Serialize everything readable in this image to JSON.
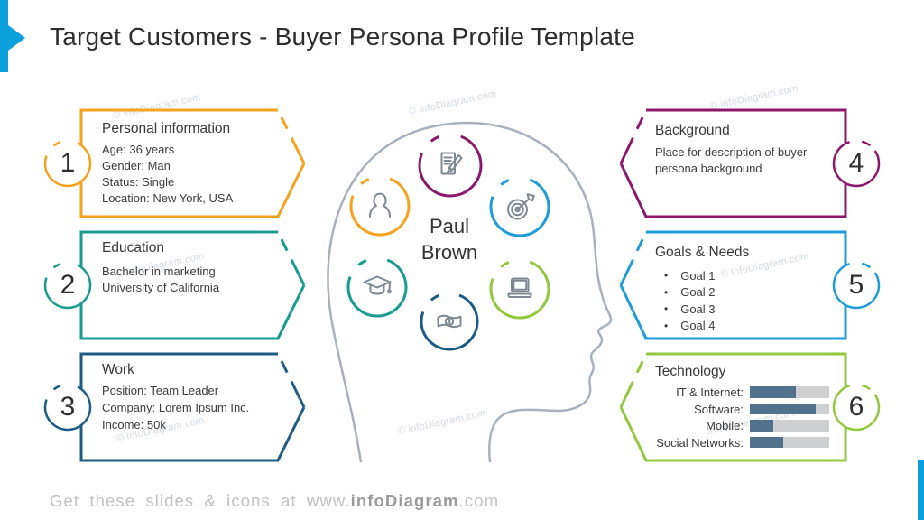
{
  "slide": {
    "title": "Target Customers - Buyer Persona Profile Template",
    "watermark": "© infoDiagram.com",
    "footer": {
      "prefix": "Get these slides & icons at www.",
      "brand": "infoDiagram",
      "suffix": ".com"
    }
  },
  "colors": {
    "accent_blue": "#0BA0DC",
    "icon_gray": "#7E8893",
    "head_gray": "#A8B0BE",
    "tech_bar_fill": "#53708C",
    "tech_bar_track": "#CDCFD1"
  },
  "persona": {
    "first_name": "Paul",
    "last_name": "Brown"
  },
  "panels": {
    "personal": {
      "number": "1",
      "title": "Personal information",
      "color": "#F6A21C",
      "lines": [
        "Age: 36 years",
        "Gender: Man",
        "Status: Single",
        "Location: New York, USA"
      ]
    },
    "education": {
      "number": "2",
      "title": "Education",
      "color": "#189C8D",
      "lines": [
        "Bachelor in marketing",
        "University of California"
      ]
    },
    "work": {
      "number": "3",
      "title": "Work",
      "color": "#1F5B85",
      "lines": [
        "Position: Team Leader",
        "Company: Lorem Ipsum Inc.",
        "Income: 50k"
      ]
    },
    "background": {
      "number": "4",
      "title": "Background",
      "color": "#8C186C",
      "lines": [
        "Place for description of buyer",
        "persona background"
      ]
    },
    "goals": {
      "number": "5",
      "title": "Goals & Needs",
      "color": "#1E9CD8",
      "items": [
        "Goal 1",
        "Goal 2",
        "Goal 3",
        "Goal 4"
      ]
    },
    "technology": {
      "number": "6",
      "title": "Technology",
      "color": "#93C83D",
      "bars": [
        {
          "label": "IT & Internet:",
          "width": "58%"
        },
        {
          "label": "Software:",
          "width": "83%"
        },
        {
          "label": "Mobile:",
          "width": "30%"
        },
        {
          "label": "Social Networks:",
          "width": "42%"
        }
      ]
    }
  }
}
